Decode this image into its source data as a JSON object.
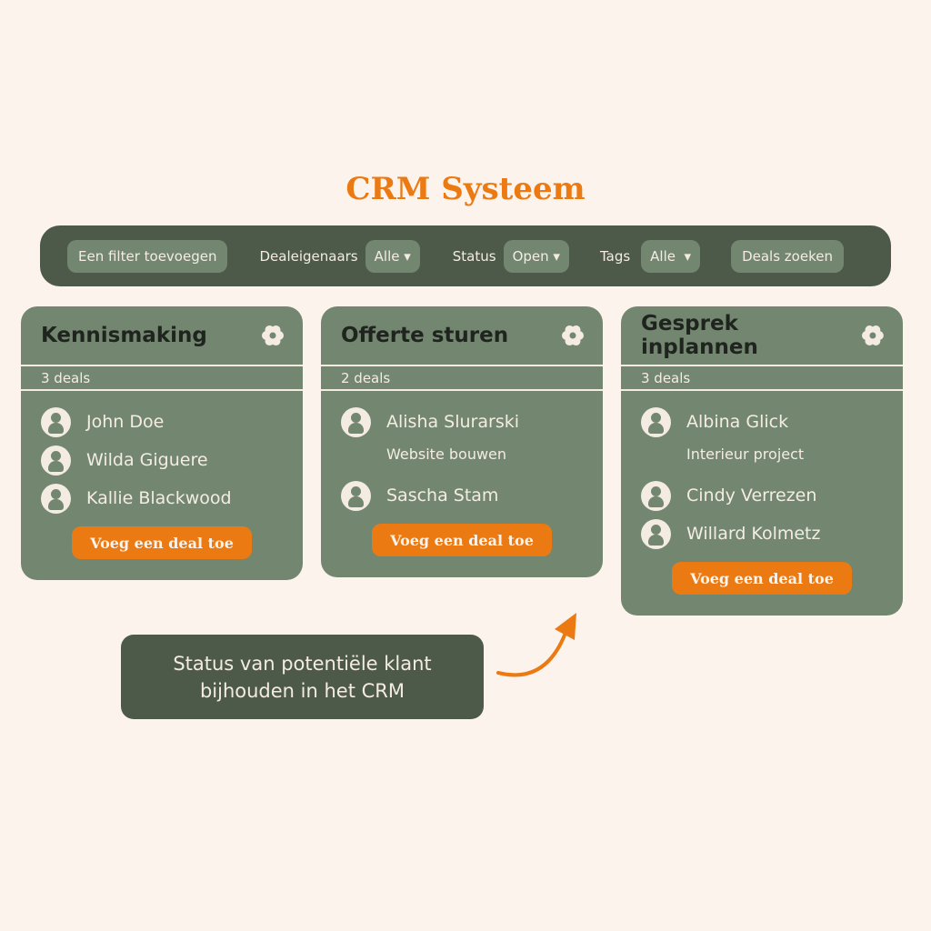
{
  "title": "CRM Systeem",
  "toolbar": {
    "add_filter": "Een filter toevoegen",
    "owners_label": "Dealeigenaars",
    "owners_value": "Alle ▾",
    "status_label": "Status",
    "status_value": "Open ▾",
    "tags_label": "Tags",
    "tags_value": "Alle  ▾",
    "search": "Deals zoeken"
  },
  "columns": [
    {
      "title": "Kennismaking",
      "count": "3 deals",
      "deals": [
        {
          "name": "John Doe"
        },
        {
          "name": "Wilda Giguere"
        },
        {
          "name": "Kallie Blackwood"
        }
      ],
      "button": "Voeg een deal toe"
    },
    {
      "title": "Offerte sturen",
      "count": "2 deals",
      "deals": [
        {
          "name": "Alisha Slurarski",
          "sub": "Website bouwen"
        },
        {
          "name": "Sascha Stam"
        }
      ],
      "button": "Voeg een deal toe"
    },
    {
      "title": "Gesprek inplannen",
      "count": "3 deals",
      "deals": [
        {
          "name": "Albina Glick",
          "sub": "Interieur project"
        },
        {
          "name": "Cindy Verrezen"
        },
        {
          "name": "Willard Kolmetz"
        }
      ],
      "button": "Voeg een deal toe"
    }
  ],
  "callout": "Status van potentiële klant bijhouden in het CRM",
  "colors": {
    "accent": "#ec7a12",
    "dark": "#4d5a4a",
    "card": "#738770",
    "background": "#fbf3ec"
  }
}
